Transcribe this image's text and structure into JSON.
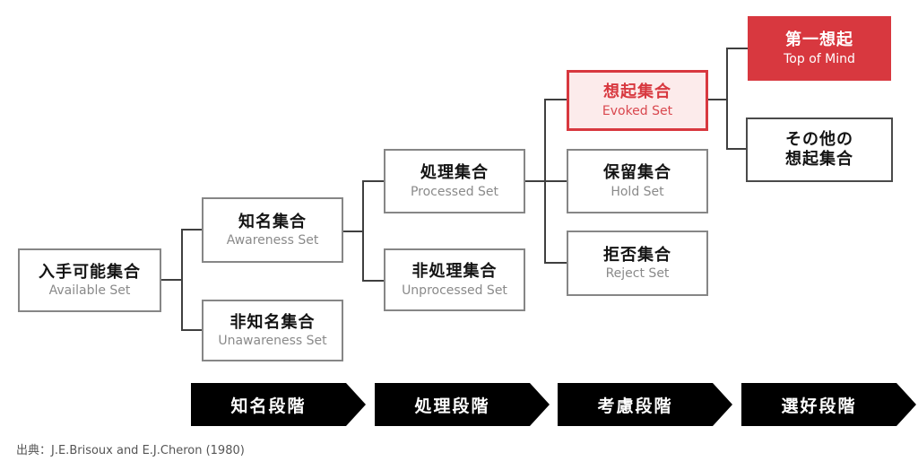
{
  "diagram": {
    "title_semantic": "Brisoux-Cheron consumer choice set model",
    "boxes": {
      "available": {
        "title": "入手可能集合",
        "subtitle": "Available Set"
      },
      "awareness": {
        "title": "知名集合",
        "subtitle": "Awareness Set"
      },
      "unawareness": {
        "title": "非知名集合",
        "subtitle": "Unawareness Set"
      },
      "processed": {
        "title": "処理集合",
        "subtitle": "Processed Set"
      },
      "unprocessed": {
        "title": "非処理集合",
        "subtitle": "Unprocessed Set"
      },
      "evoked": {
        "title": "想起集合",
        "subtitle": "Evoked Set"
      },
      "hold": {
        "title": "保留集合",
        "subtitle": "Hold Set"
      },
      "reject": {
        "title": "拒否集合",
        "subtitle": "Reject Set"
      },
      "top_of_mind": {
        "title": "第一想起",
        "subtitle": "Top of Mind"
      },
      "other_evoked": {
        "title_line1": "その他の",
        "title_line2": "想起集合"
      }
    },
    "stages": [
      {
        "label": "知名段階"
      },
      {
        "label": "処理段階"
      },
      {
        "label": "考慮段階"
      },
      {
        "label": "選好段階"
      }
    ],
    "source": "出典：J.E.Brisoux and E.J.Cheron (1980)",
    "colors": {
      "accent_red": "#d8383f",
      "accent_red_bg": "#fcebeb",
      "box_border_gray": "#868686",
      "box_border_dark": "#4a4a4a",
      "connector": "#3f3f3f",
      "stage_bg": "#000000",
      "stage_text": "#ffffff",
      "subtitle_gray": "#8a8a8a"
    }
  }
}
